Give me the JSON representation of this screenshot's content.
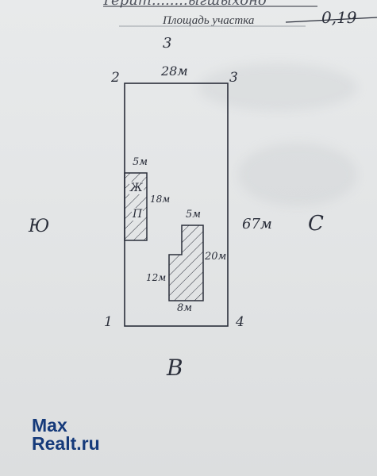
{
  "header": {
    "top_handwriting": "Терит........ыгшыхоно",
    "area_label": "Площадь участка",
    "area_value": "0,19"
  },
  "plot": {
    "corners": {
      "c1": "1",
      "c2": "2",
      "c3": "3",
      "c4": "4"
    },
    "side_numbers": {
      "north_edge": "3"
    },
    "dimensions": {
      "top": "28м",
      "right": "67м"
    },
    "directions": {
      "west": "Ю",
      "east": "С",
      "south": "В"
    }
  },
  "buildings": {
    "house": {
      "width": "5м",
      "length": "18м",
      "label_1": "Ж",
      "label_2": "П"
    },
    "outbuilding": {
      "top": "5м",
      "right": "20м",
      "left": "12м",
      "bottom": "8м"
    }
  },
  "watermark": {
    "line1": "Max",
    "line2": "Realt.ru"
  },
  "colors": {
    "ink": "#2a2e3a",
    "paper": "#e4e6e7",
    "logo_blue": "#153a7a"
  }
}
